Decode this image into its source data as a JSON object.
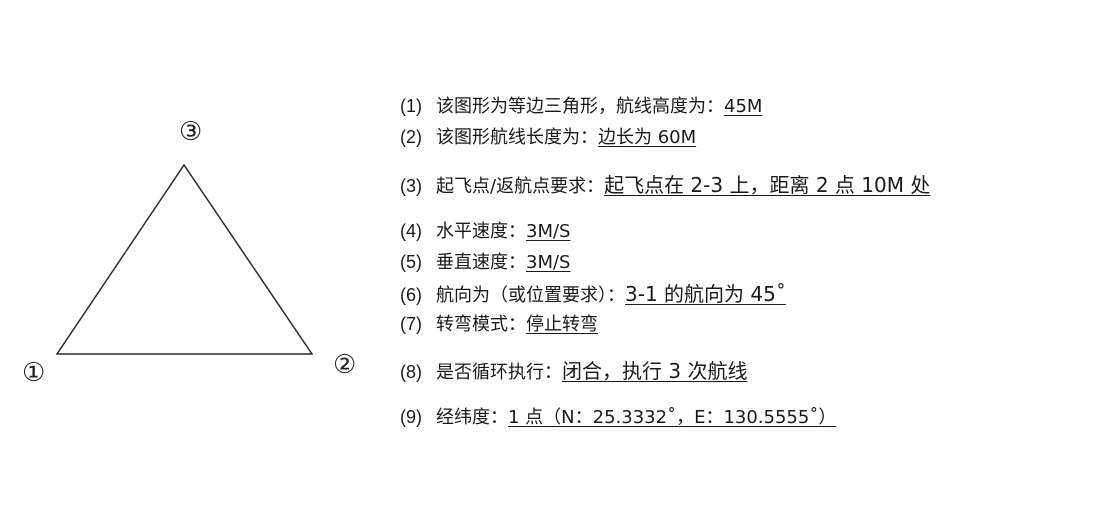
{
  "diagram": {
    "vertices": {
      "v1": "①",
      "v2": "②",
      "v3": "③"
    }
  },
  "items": [
    {
      "num": "(1)",
      "label": "该图形为等边三角形，航线高度为：",
      "value": "45M"
    },
    {
      "num": "(2)",
      "label": "该图形航线长度为：",
      "value": "边长为 60M"
    },
    {
      "num": "(3)",
      "label": "起飞点/返航点要求：",
      "value": "起飞点在 2-3 上，距离 2 点 10M 处"
    },
    {
      "num": "(4)",
      "label": "水平速度：",
      "value": "3M/S"
    },
    {
      "num": "(5)",
      "label": "垂直速度：",
      "value": "3M/S"
    },
    {
      "num": "(6)",
      "label": "航向为（或位置要求）：",
      "value": "3-1 的航向为 45˚"
    },
    {
      "num": "(7)",
      "label": "转弯模式：",
      "value": "停止转弯"
    },
    {
      "num": "(8)",
      "label": "是否循环执行：",
      "value": "闭合，执行 3 次航线"
    },
    {
      "num": "(9)",
      "label": "经纬度：",
      "value": "1 点（N：25.3332˚，E：130.5555˚）"
    }
  ]
}
